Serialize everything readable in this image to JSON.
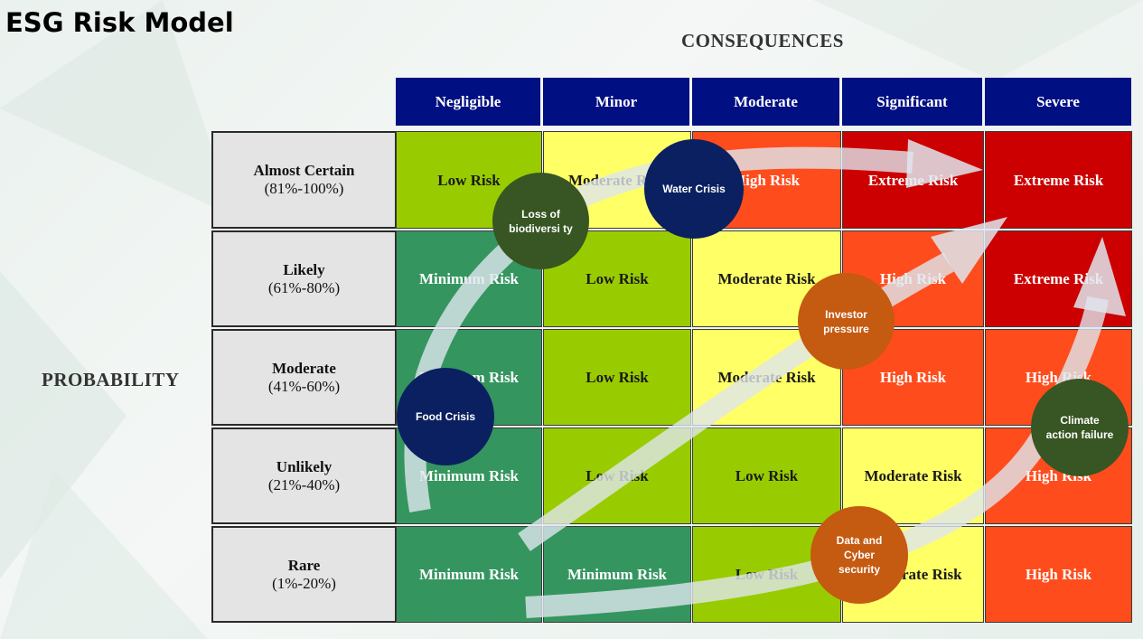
{
  "title": "ESG Risk Model",
  "consequences_label": "CONSEQUENCES",
  "probability_label": "PROBABILITY",
  "colors": {
    "header": "#000f82",
    "minimum": "#34955f",
    "low": "#99cc00",
    "moderate": "#ffff66",
    "high": "#ff4c1c",
    "extreme": "#cc0000",
    "bubble_navy": "#0b2060",
    "bubble_green": "#375623",
    "bubble_orange": "#c55a11"
  },
  "columns": [
    "Negligible",
    "Minor",
    "Moderate",
    "Significant",
    "Severe"
  ],
  "rows": [
    {
      "name": "Almost Certain",
      "range": "(81%-100%)",
      "cells": [
        {
          "text": "Low Risk",
          "level": "low"
        },
        {
          "text": "Moderate Risk",
          "level": "moderate"
        },
        {
          "text": "High Risk",
          "level": "high"
        },
        {
          "text": "Extreme Risk",
          "level": "extreme"
        },
        {
          "text": "Extreme Risk",
          "level": "extreme"
        }
      ]
    },
    {
      "name": "Likely",
      "range": "(61%-80%)",
      "cells": [
        {
          "text": "Minimum Risk",
          "level": "minimum"
        },
        {
          "text": "Low Risk",
          "level": "low"
        },
        {
          "text": "Moderate Risk",
          "level": "moderate"
        },
        {
          "text": "High Risk",
          "level": "high"
        },
        {
          "text": "Extreme Risk",
          "level": "extreme"
        }
      ]
    },
    {
      "name": "Moderate",
      "range": "(41%-60%)",
      "cells": [
        {
          "text": "Minimum Risk",
          "level": "minimum"
        },
        {
          "text": "Low Risk",
          "level": "low"
        },
        {
          "text": "Moderate Risk",
          "level": "moderate"
        },
        {
          "text": "High Risk",
          "level": "high"
        },
        {
          "text": "High Risk",
          "level": "high"
        }
      ]
    },
    {
      "name": "Unlikely",
      "range": "(21%-40%)",
      "cells": [
        {
          "text": "Minimum Risk",
          "level": "minimum"
        },
        {
          "text": "Low Risk",
          "level": "low"
        },
        {
          "text": "Low Risk",
          "level": "low"
        },
        {
          "text": "Moderate Risk",
          "level": "moderate"
        },
        {
          "text": "High Risk",
          "level": "high"
        }
      ]
    },
    {
      "name": "Rare",
      "range": "(1%-20%)",
      "cells": [
        {
          "text": "Minimum Risk",
          "level": "minimum"
        },
        {
          "text": "Minimum Risk",
          "level": "minimum"
        },
        {
          "text": "Low Risk",
          "level": "low"
        },
        {
          "text": "Moderate Risk",
          "level": "moderate"
        },
        {
          "text": "High Risk",
          "level": "high"
        }
      ]
    }
  ],
  "risks": [
    {
      "label": "Loss of biodiversi ty",
      "color": "bubble_green"
    },
    {
      "label": "Water Crisis",
      "color": "bubble_navy"
    },
    {
      "label": "Investor pressure",
      "color": "bubble_orange"
    },
    {
      "label": "Food Crisis",
      "color": "bubble_navy"
    },
    {
      "label": "Climate action failure",
      "color": "bubble_green"
    },
    {
      "label": "Data and Cyber security",
      "color": "bubble_orange"
    }
  ]
}
